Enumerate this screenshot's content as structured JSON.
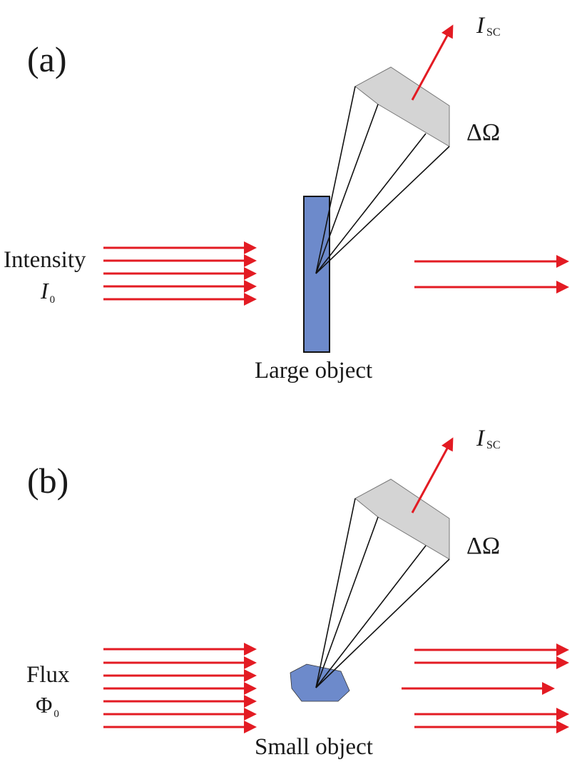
{
  "colors": {
    "beam": "#e31b23",
    "object": "#6d8acb",
    "detector": "#d4d4d4",
    "lines": "#111111"
  },
  "panel_a": {
    "label": "(a)",
    "incident_label": "Intensity",
    "incident_symbol": "I",
    "incident_subscript": "0",
    "scatter_symbol": "I",
    "scatter_subscript": "SC",
    "solid_angle_label": "ΔΩ",
    "object_label": "Large object"
  },
  "panel_b": {
    "label": "(b)",
    "incident_label": "Flux",
    "incident_symbol": "Φ",
    "incident_subscript": "0",
    "scatter_symbol": "I",
    "scatter_subscript": "SC",
    "solid_angle_label": "ΔΩ",
    "object_label": "Small object"
  }
}
